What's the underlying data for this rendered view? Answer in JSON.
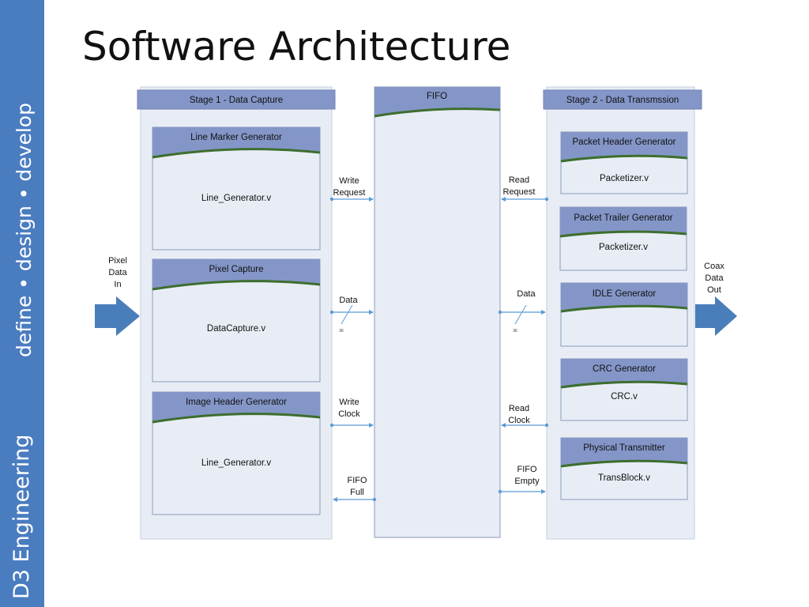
{
  "sidebar": {
    "brand": "D3 Engineering",
    "tagline": "define • design • develop"
  },
  "title": "Software Architecture",
  "stage1": {
    "header": "Stage 1 - Data Capture",
    "modules": [
      {
        "name": "Line Marker Generator",
        "file": "Line_Generator.v"
      },
      {
        "name": "Pixel Capture",
        "file": "DataCapture.v"
      },
      {
        "name": "Image Header Generator",
        "file": "Line_Generator.v"
      }
    ]
  },
  "fifo": {
    "header": "FIFO"
  },
  "stage2": {
    "header": "Stage 2 - Data Transmssion",
    "modules": [
      {
        "name": "Packet Header Generator",
        "file": "Packetizer.v"
      },
      {
        "name": "Packet Trailer Generator",
        "file": "Packetizer.v"
      },
      {
        "name": "IDLE Generator",
        "file": ""
      },
      {
        "name": "CRC Generator",
        "file": "CRC.v"
      },
      {
        "name": "Physical Transmitter",
        "file": "TransBlock.v"
      }
    ]
  },
  "signals_left": [
    {
      "line1": "Write",
      "line2": "Request"
    },
    {
      "line1": "Data",
      "line2": ""
    },
    {
      "line1": "Write",
      "line2": "Clock"
    },
    {
      "line1": "FIFO",
      "line2": "Full"
    }
  ],
  "signals_right": [
    {
      "line1": "Read",
      "line2": "Request"
    },
    {
      "line1": "Data",
      "line2": ""
    },
    {
      "line1": "Read",
      "line2": "Clock"
    },
    {
      "line1": "FIFO",
      "line2": "Empty"
    }
  ],
  "bus_width": "36",
  "input": {
    "line1": "Pixel",
    "line2": "Data",
    "line3": "In"
  },
  "output": {
    "line1": "Coax",
    "line2": "Data",
    "line3": "Out"
  },
  "colors": {
    "sidebar": "#4a7cc0",
    "panel": "#e8edf5",
    "header": "#8496c8",
    "curve": "#3d6e2e",
    "arrow": "#4a7ebb",
    "connector": "#5b9bd5"
  }
}
